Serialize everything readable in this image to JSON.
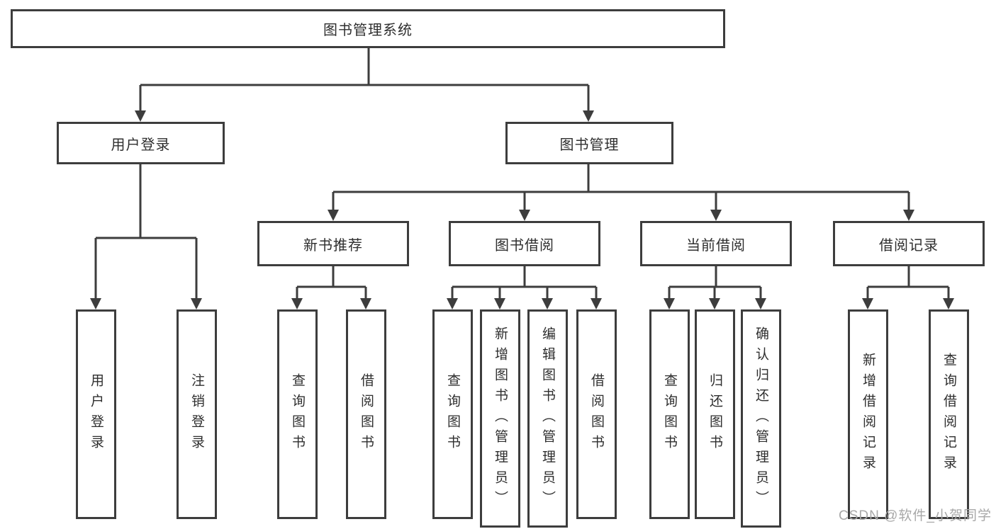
{
  "diagram": {
    "root": {
      "label": "图书管理系统"
    },
    "user_login": {
      "label": "用户登录",
      "children": [
        {
          "label": "用户登录"
        },
        {
          "label": "注销登录"
        }
      ]
    },
    "book_mgmt": {
      "label": "图书管理",
      "groups": [
        {
          "label": "新书推荐",
          "children": [
            {
              "label": "查询图书"
            },
            {
              "label": "借阅图书"
            }
          ]
        },
        {
          "label": "图书借阅",
          "children": [
            {
              "label": "查询图书"
            },
            {
              "label": "新增图书（管理员）"
            },
            {
              "label": "编辑图书（管理员）"
            },
            {
              "label": "借阅图书"
            }
          ]
        },
        {
          "label": "当前借阅",
          "children": [
            {
              "label": "查询图书"
            },
            {
              "label": "归还图书"
            },
            {
              "label": "确认归还（管理员）"
            }
          ]
        },
        {
          "label": "借阅记录",
          "children": [
            {
              "label": "新增借阅记录"
            },
            {
              "label": "查询借阅记录"
            }
          ]
        }
      ]
    },
    "watermark": "CSDN @软件_小贺同学",
    "colors": {
      "line": "#3d3d3d",
      "text": "#2e2e2e",
      "watermark": "#a8a8a8",
      "background": "#ffffff"
    }
  }
}
